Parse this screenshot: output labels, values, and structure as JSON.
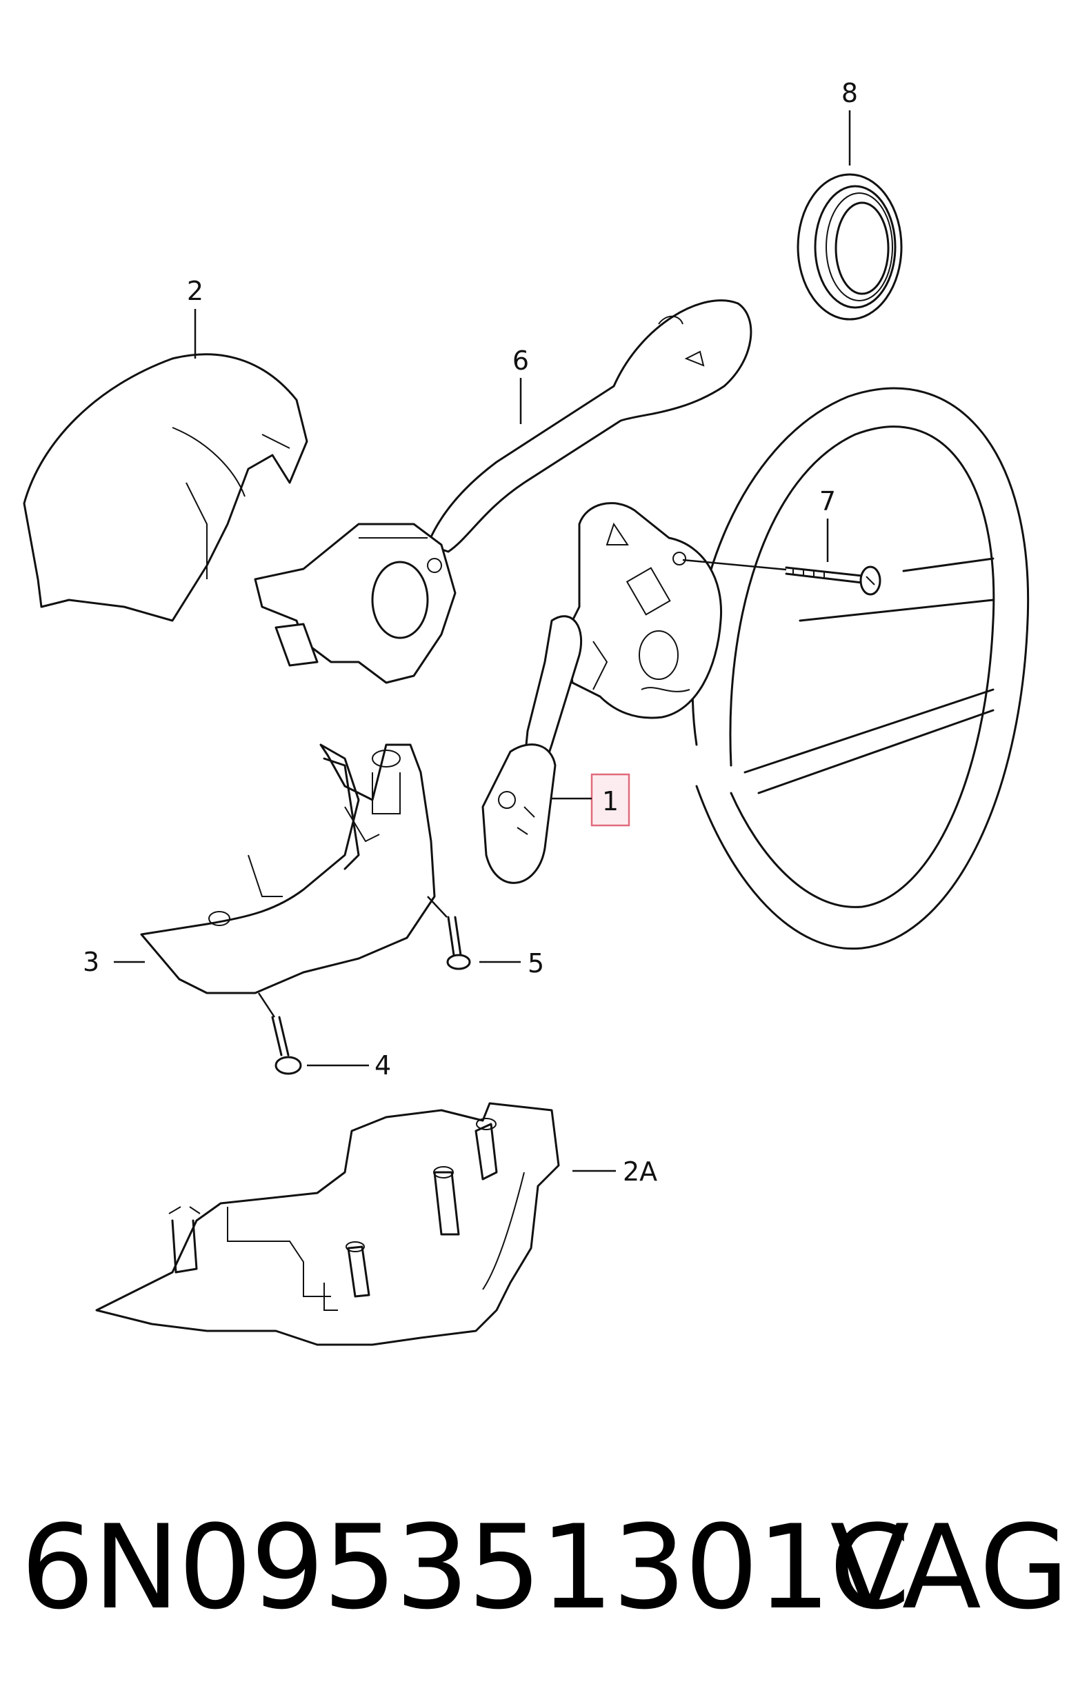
{
  "diagram": {
    "callouts": {
      "c1": "1",
      "c2": "2",
      "c2a": "2A",
      "c3": "3",
      "c4": "4",
      "c5": "5",
      "c6": "6",
      "c7": "7",
      "c8": "8"
    },
    "highlighted_callout": "1",
    "highlight_color": "#e06a7a"
  },
  "footer": {
    "part_number": "6N095351301C",
    "brand": "VAG"
  }
}
